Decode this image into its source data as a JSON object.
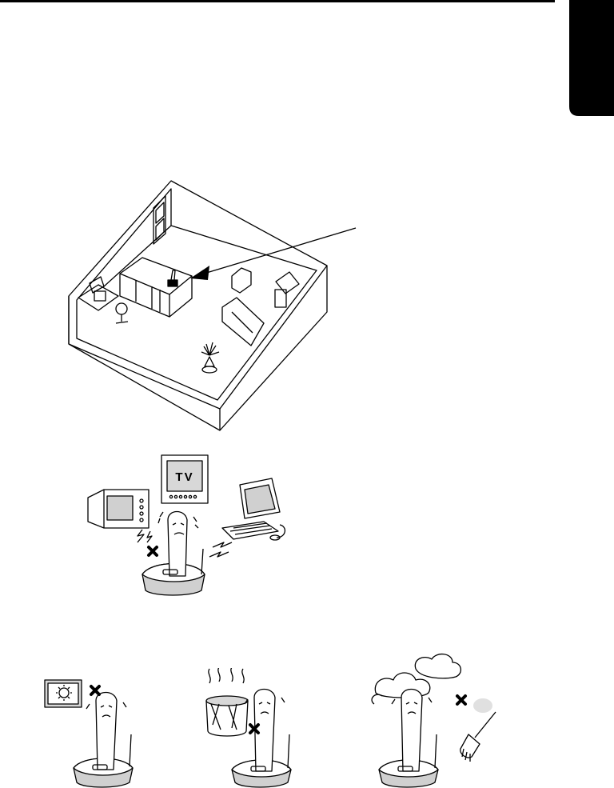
{
  "page": {
    "side_tab_color": "#000000",
    "top_rule_color": "#000000"
  },
  "illustrations": {
    "room": {
      "icon": "room-placement-illustration",
      "arrow_target": "phone-base-on-cabinet"
    },
    "interference": {
      "icon": "appliance-interference-illustration",
      "tv_label": "TV",
      "devices": [
        "microwave-icon",
        "tv-icon",
        "computer-icon",
        "cordless-phone-icon"
      ]
    },
    "avoid_locations": [
      {
        "icon": "sunlight-window-icon"
      },
      {
        "icon": "heat-source-icon"
      },
      {
        "icon": "dust-smoke-icon"
      }
    ]
  }
}
